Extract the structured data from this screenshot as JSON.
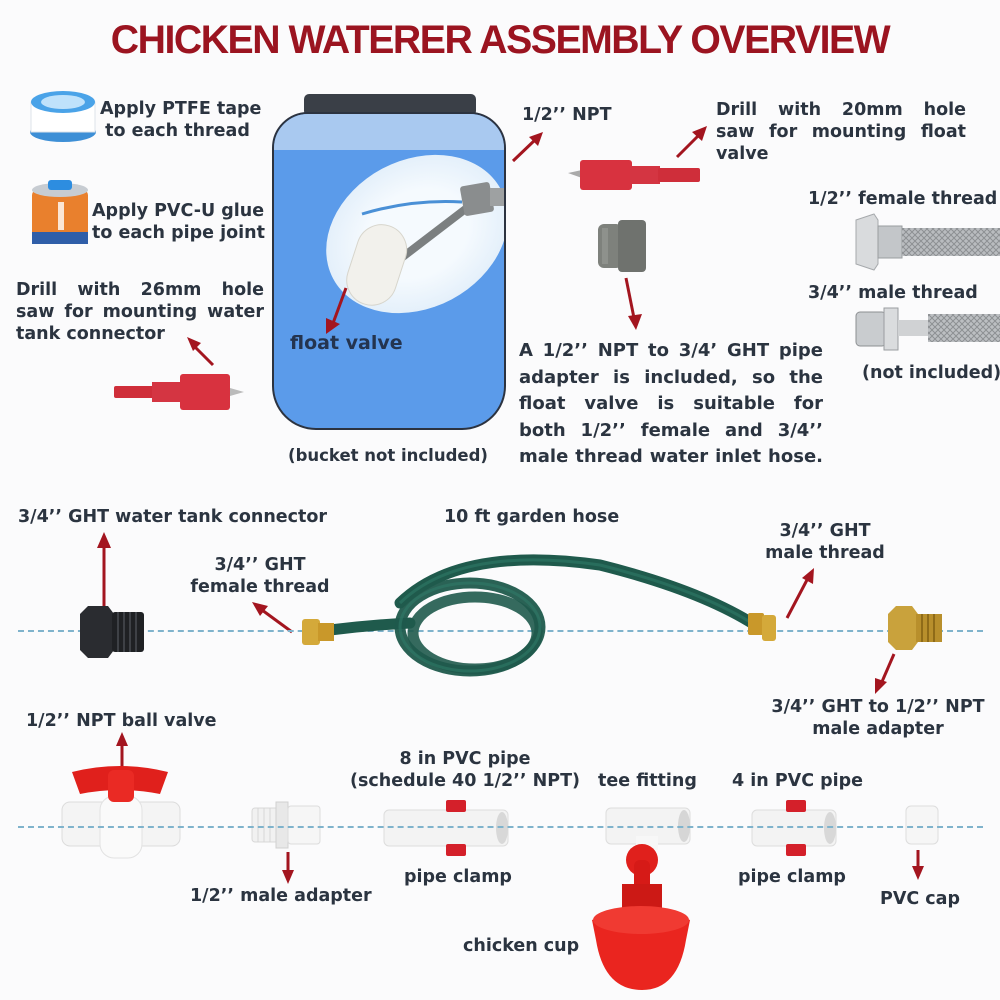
{
  "title": "CHICKEN WATERER ASSEMBLY OVERVIEW",
  "colors": {
    "title": "#9b1420",
    "arrow": "#a3151f",
    "text": "#2b3440",
    "bucket_water": "#5b9bea",
    "guide_line": "#7fb3cc",
    "hose": "#1f5a4c",
    "brass": "#d4a93a",
    "pvc": "#f4f4f4",
    "red_part": "#e0201c"
  },
  "tips": {
    "ptfe": [
      "Apply PTFE tape",
      "to each thread"
    ],
    "glue": [
      "Apply PVC-U glue",
      "to each pipe joint"
    ]
  },
  "drill_26": [
    "Drill with 26mm hole",
    "saw for mounting water",
    "tank connector"
  ],
  "bucket": {
    "float_valve": "float valve",
    "note": "(bucket not included)"
  },
  "npt_label": "1/2’’ NPT",
  "drill_20": [
    "Drill with 20mm hole",
    "saw for mounting float",
    "valve"
  ],
  "hose_inlet": {
    "female": "1/2’’ female thread",
    "male": "3/4’’ male thread",
    "note": "(not included)"
  },
  "adapter_note": [
    "A 1/2’’ NPT to 3/4’ GHT pipe",
    "adapter is included, so the",
    "float valve is suitable for",
    "both 1/2’’ female and 3/4’’",
    "male thread water inlet hose."
  ],
  "row2": {
    "tank_connector": "3/4’’ GHT water tank connector",
    "female_thread": [
      "3/4’’ GHT",
      "female thread"
    ],
    "garden_hose": "10 ft garden hose",
    "male_thread": [
      "3/4’’ GHT",
      "male thread"
    ],
    "ght_npt_adapter": [
      "3/4’’ GHT to 1/2’’ NPT",
      "male adapter"
    ]
  },
  "row3": {
    "ball_valve": "1/2’’ NPT ball valve",
    "male_adapter": "1/2’’ male adapter",
    "pipe8": [
      "8 in PVC pipe",
      "(schedule 40 1/2’’ NPT)"
    ],
    "tee": "tee fitting",
    "pipe4": "4 in PVC pipe",
    "clamp1": "pipe clamp",
    "clamp2": "pipe clamp",
    "cap": "PVC cap",
    "cup": "chicken cup"
  }
}
